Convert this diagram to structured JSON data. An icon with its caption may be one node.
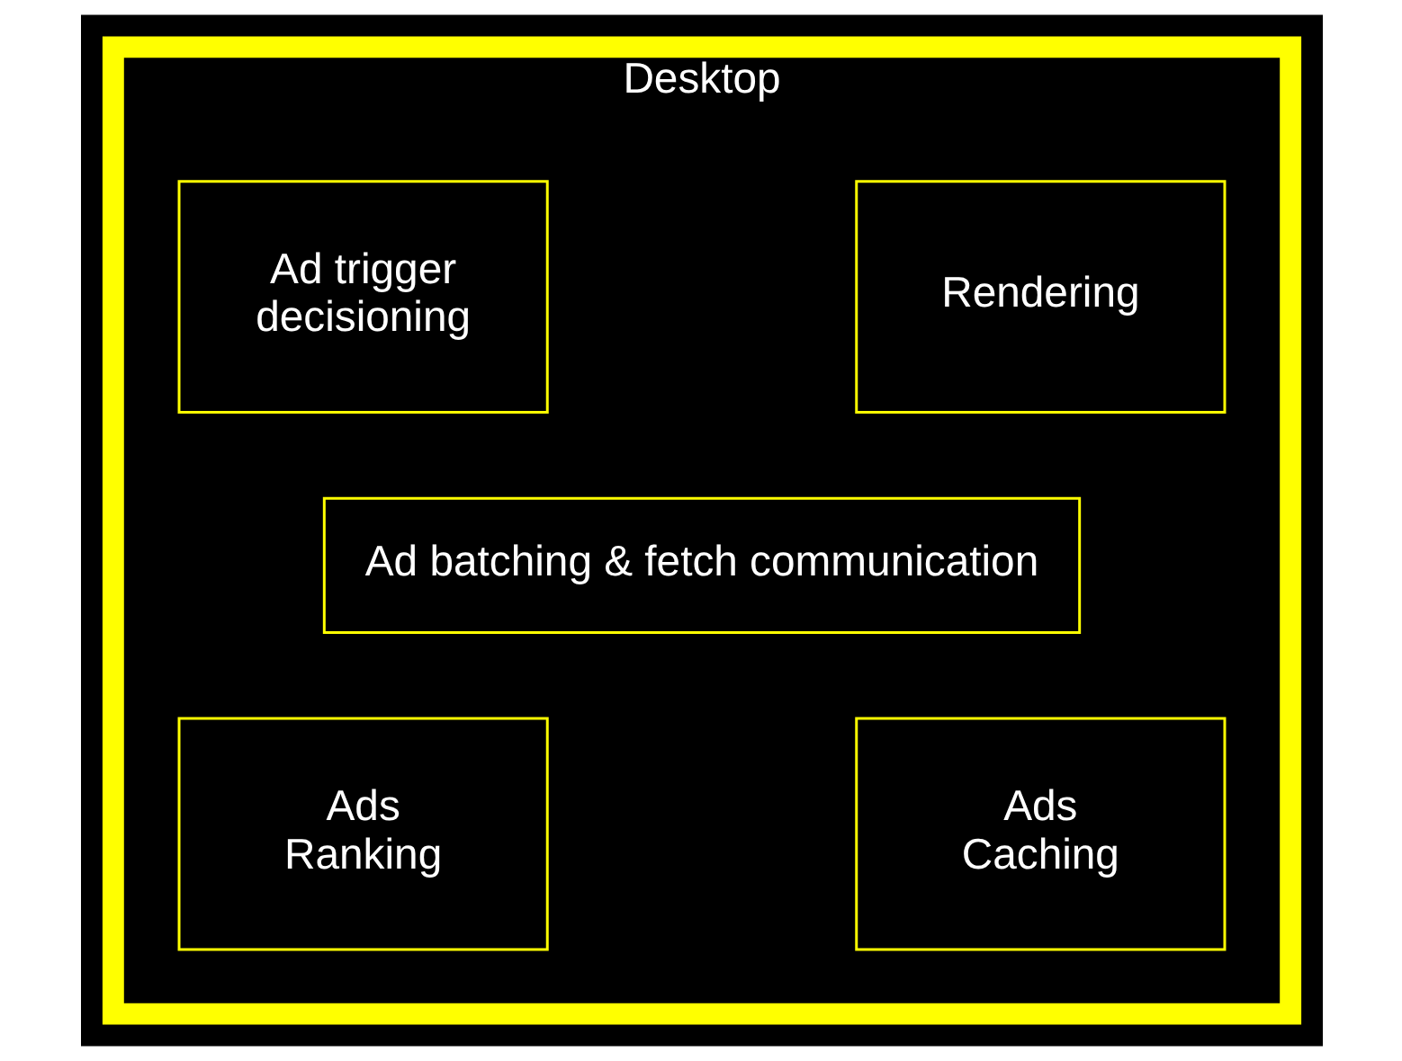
{
  "diagram": {
    "nodes": [
      {
        "text": [
          "Desktop"
        ]
      },
      {
        "text": [
          "Rendering"
        ],
        "in": 0
      },
      {
        "text": [
          "Ad trigger decisioning"
        ],
        "in": 0
      },
      {
        "text": [
          "Ad batching & fetch communication"
        ],
        "in": 0
      },
      {
        "text": [
          "Ads Ranking"
        ],
        "in": 0
      },
      {
        "text": [
          "Ads Caching"
        ],
        "in": 0
      }
    ]
  }
}
